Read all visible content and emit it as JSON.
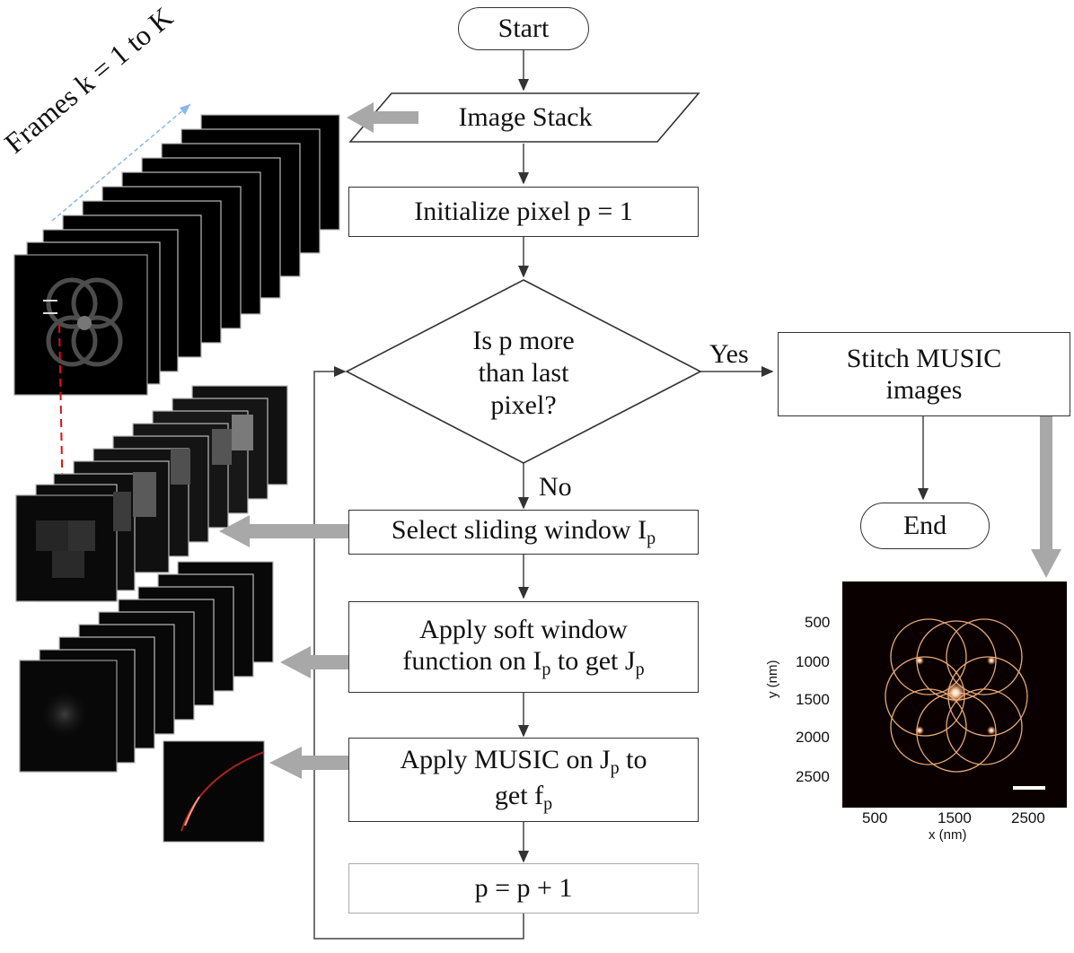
{
  "flow": {
    "start": "Start",
    "image_stack": "Image Stack",
    "init": "Initialize pixel p = 1",
    "decision": [
      "Is p more",
      "than last",
      "pixel?"
    ],
    "yes": "Yes",
    "no": "No",
    "stitch": [
      "Stitch MUSIC",
      "images"
    ],
    "end": "End",
    "select_window": {
      "text": "Select sliding window I",
      "sub": "p"
    },
    "soft_window": {
      "line1": "Apply soft window",
      "a": "function on I",
      "a_sub": "p",
      "b": " to get J",
      "b_sub": "p"
    },
    "music": {
      "a": "Apply MUSIC on J",
      "a_sub": "p",
      "b": " to",
      "c": "get f",
      "c_sub": "p"
    },
    "increment": "p = p + 1"
  },
  "frames_label": "Frames k = 1 to K",
  "plot": {
    "ylabel": "y (nm)",
    "xlabel": "x (nm)",
    "yticks": [
      "500",
      "1000",
      "1500",
      "2000",
      "2500"
    ],
    "xticks": [
      "500",
      "1500",
      "2500"
    ]
  },
  "colors": {
    "arrow_gray": "#a8a8a8",
    "red_dash": "#e01010",
    "ring": "#e8a878"
  }
}
